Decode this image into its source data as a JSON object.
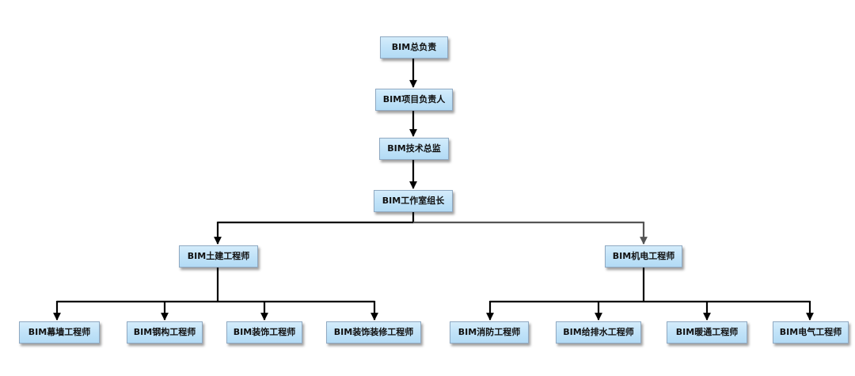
{
  "org_chart": {
    "root": "BIM总负责",
    "project_lead": "BIM项目负责人",
    "tech_director": "BIM技术总监",
    "studio_lead": "BIM工作室组长",
    "civil": {
      "label": "BIM土建工程师",
      "children": [
        "BIM幕墙工程师",
        "BIM钢构工程师",
        "BIM装饰工程师",
        "BIM装饰装修工程师"
      ]
    },
    "mep": {
      "label": "BIM机电工程师",
      "children": [
        "BIM消防工程师",
        "BIM给排水工程师",
        "BIM暖通工程师",
        "BIM电气工程师"
      ]
    }
  },
  "colors": {
    "node_fill_top": "#d4ecfb",
    "node_fill_bottom": "#b3dbf5",
    "node_border": "#8fa9c2",
    "connector": "#000000",
    "connector_secondary": "#555555"
  }
}
